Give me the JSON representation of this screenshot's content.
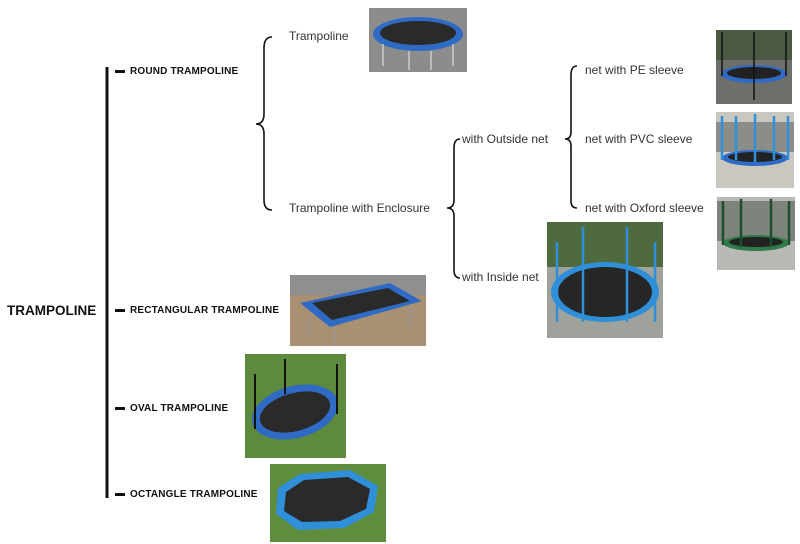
{
  "root": "TRAMPOLINE",
  "categories": [
    {
      "label": "ROUND TRAMPOLINE"
    },
    {
      "label": "RECTANGULAR TRAMPOLINE"
    },
    {
      "label": "OVAL TRAMPOLINE"
    },
    {
      "label": "OCTANGLE TRAMPOLINE"
    }
  ],
  "round": {
    "types": [
      "Trampoline",
      "Trampoline with Enclosure"
    ],
    "enclosure": [
      "with Outside net",
      "with Inside net"
    ],
    "outside_net": [
      "net with PE sleeve",
      "net with PVC sleeve",
      "net with Oxford sleeve"
    ]
  },
  "colors": {
    "pad_blue": "#2f6bc4",
    "pad_green": "#2f7a4a",
    "mat": "#2a2a2a"
  }
}
